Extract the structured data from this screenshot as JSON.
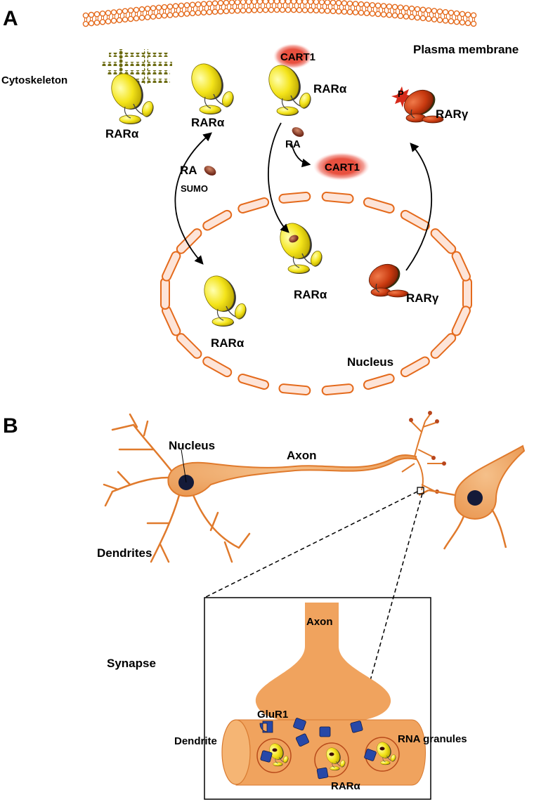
{
  "panel_a": {
    "letter": "A",
    "plasma_membrane": "Plasma membrane",
    "cytoskeleton": "Cytoskeleton",
    "nucleus": "Nucleus",
    "rar_alpha": "RARα",
    "rar_gamma": "RARγ",
    "ra": "RA",
    "sumo": "SUMO",
    "cart1": "CART1",
    "phospho": "P"
  },
  "panel_b": {
    "letter": "B",
    "nucleus": "Nucleus",
    "axon": "Axon",
    "dendrites": "Dendrites",
    "synapse": "Synapse",
    "synapse_axon": "Axon",
    "glur1": "GluR1",
    "dendrite": "Dendrite",
    "rna_granules": "RNA granules",
    "rar_alpha": "RARα"
  },
  "colors": {
    "membrane": "#e46a1c",
    "nuclear_envelope_fill": "#fde4d8",
    "receptor_alpha": "#f4e41a",
    "receptor_gamma": "#c8390f",
    "cart1": "#c8231a",
    "neuron": "#f0a35e",
    "receptor_glur1": "#2748a8"
  }
}
